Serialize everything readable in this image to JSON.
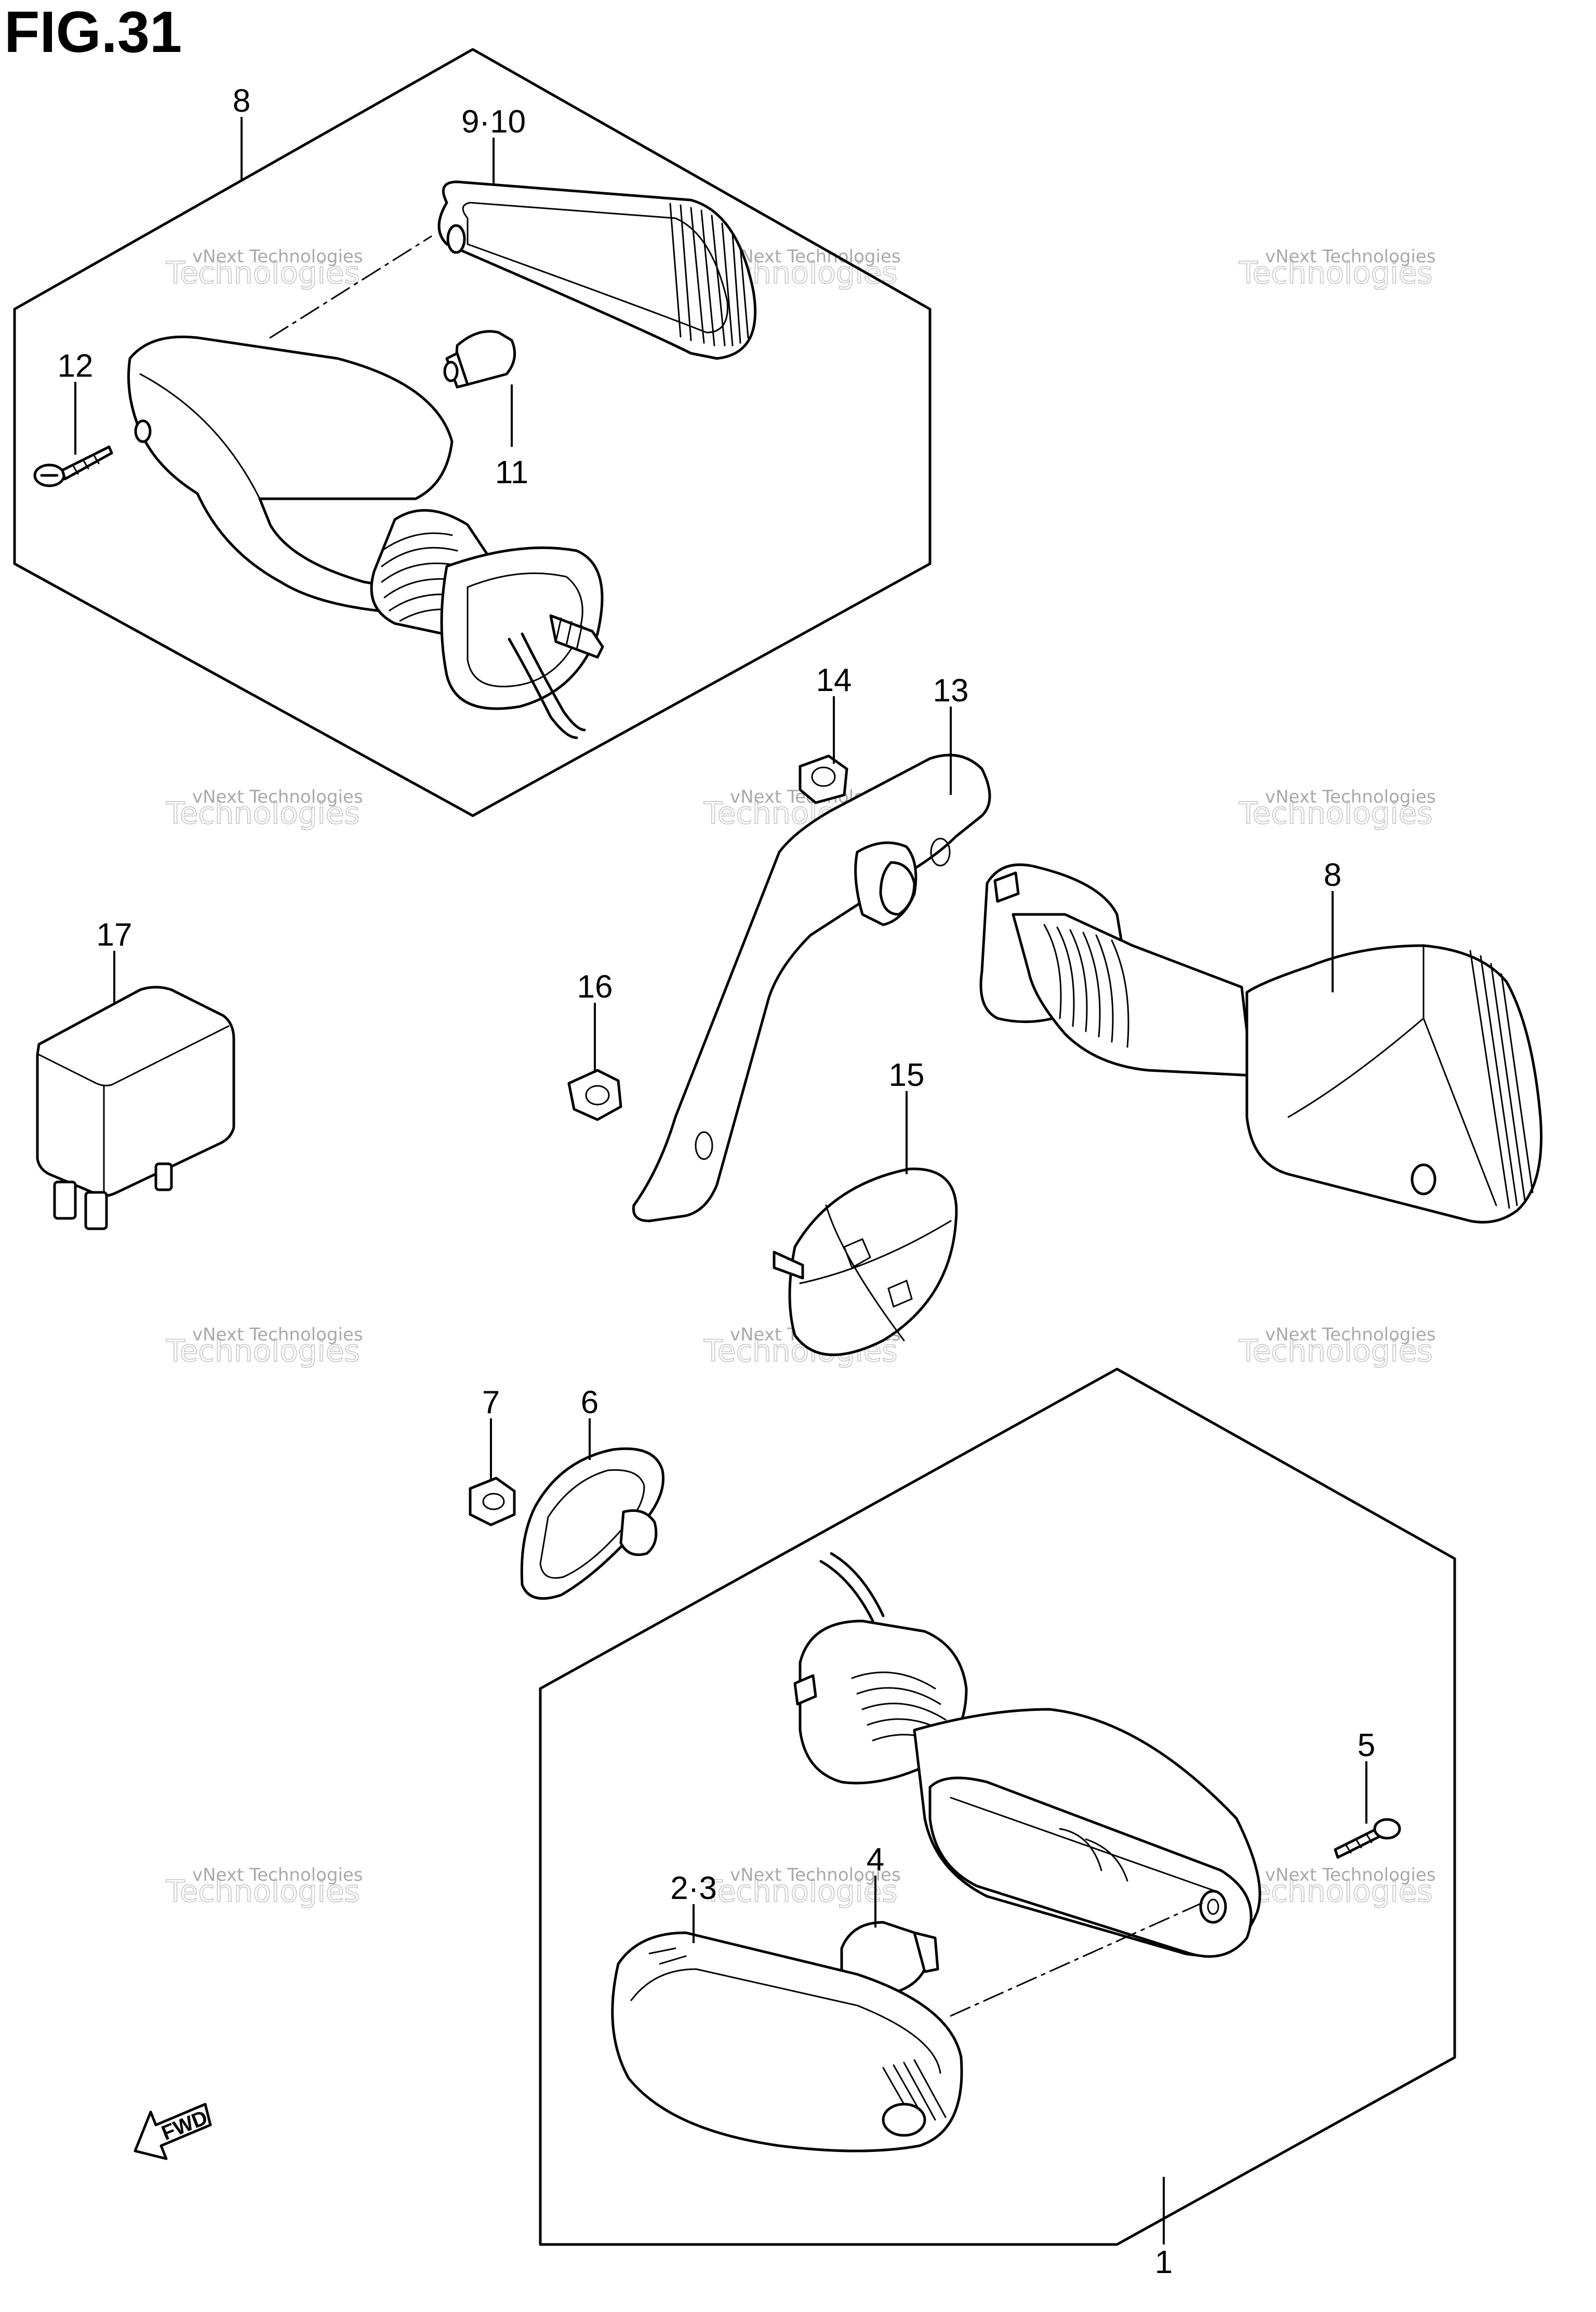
{
  "figure": {
    "title": "FIG.31"
  },
  "callouts": {
    "c1": "1",
    "c23": "2·3",
    "c4": "4",
    "c5": "5",
    "c6": "6",
    "c7": "7",
    "c8a": "8",
    "c8b": "8",
    "c910": "9·10",
    "c11": "11",
    "c12": "12",
    "c13": "13",
    "c14": "14",
    "c15": "15",
    "c16": "16",
    "c17": "17"
  },
  "watermark": {
    "line1": "vNext Technologies",
    "line2": "Technologies"
  },
  "direction_badge": {
    "label": "FWD"
  }
}
